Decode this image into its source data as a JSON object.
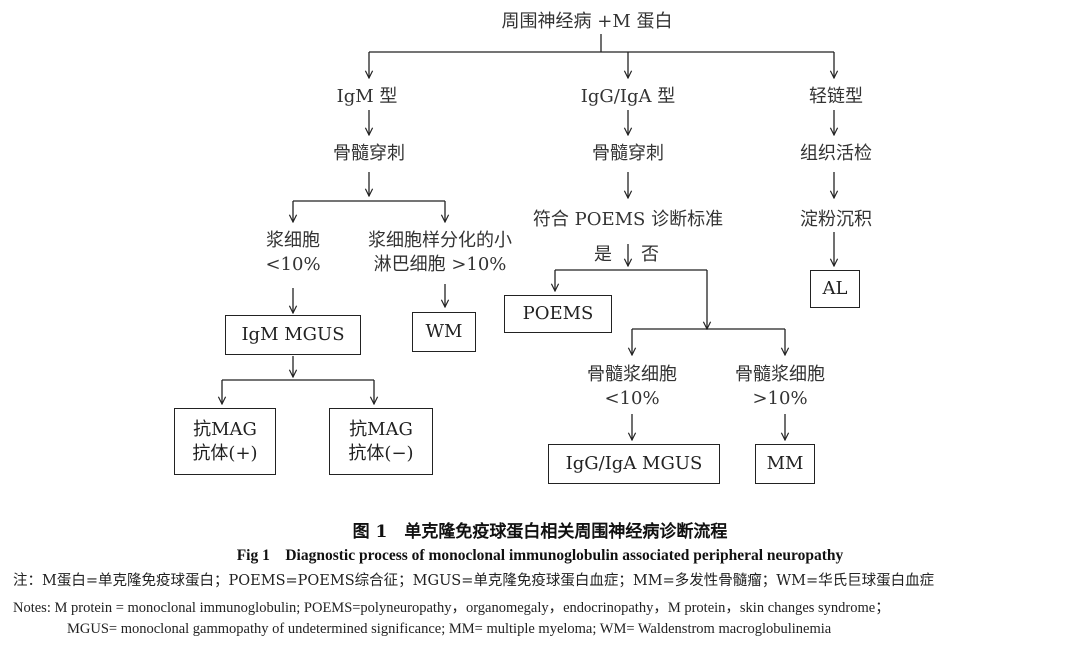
{
  "diagram": {
    "root": "周围神经病 +M 蛋白",
    "igm": {
      "type": "IgM 型",
      "bm": "骨髓穿刺",
      "plasma_line1": "浆细胞",
      "plasma_line2": "<10%",
      "lymph_line1": "浆细胞样分化的小",
      "lymph_line2": "淋巴细胞 >10%",
      "mgus": "IgM MGUS",
      "wm": "WM",
      "mag_pos_line1": "抗MAG",
      "mag_pos_line2": "抗体(+)",
      "mag_neg_line1": "抗MAG",
      "mag_neg_line2": "抗体(−)"
    },
    "igg": {
      "type": "IgG/IgA 型",
      "bm": "骨髓穿刺",
      "criteria": "符合 POEMS 诊断标准",
      "yes": "是",
      "no": "否",
      "poems": "POEMS",
      "bm_low_line1": "骨髓浆细胞",
      "bm_low_line2": "<10%",
      "bm_high_line1": "骨髓浆细胞",
      "bm_high_line2": ">10%",
      "mgus": "IgG/IgA MGUS",
      "mm": "MM"
    },
    "light": {
      "type": "轻链型",
      "biopsy": "组织活检",
      "amyloid": "淀粉沉积",
      "al": "AL"
    }
  },
  "caption": {
    "cn": "图 1　单克隆免疫球蛋白相关周围神经病诊断流程",
    "en": "Fig 1　Diagnostic process of monoclonal immunoglobulin associated peripheral neuropathy"
  },
  "notes": {
    "cn": "注：M蛋白=单克隆免疫球蛋白；POEMS=POEMS综合征；MGUS=单克隆免疫球蛋白血症；MM=多发性骨髓瘤；WM=华氏巨球蛋白血症",
    "en_line1": "Notes: M protein = monoclonal immunoglobulin; POEMS=polyneuropathy，organomegaly，endocrinopathy，M protein，skin changes syndrome；",
    "en_line2": "MGUS= monoclonal gammopathy of undetermined significance; MM= multiple myeloma; WM= Waldenstrom macroglobulinemia"
  }
}
